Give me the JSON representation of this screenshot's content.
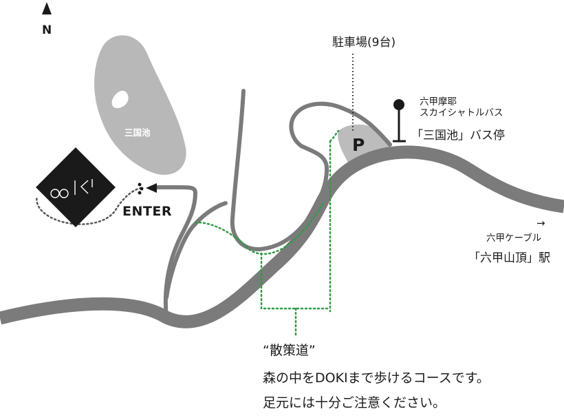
{
  "map": {
    "north": "N",
    "parking_label": "駐車場(9台)",
    "parking_symbol": "P",
    "bus_line": [
      "六甲摩耶",
      "スカイシャトルバス"
    ],
    "bus_stop": "「三国池」バス停",
    "direction_arrow": "→",
    "cable_line": "六甲ケーブル",
    "station": "「六甲山頂」駅",
    "pond_label": "三国池",
    "enter_label": "ENTER",
    "logo_text": "DOKI",
    "walk_title": "“散策道”",
    "walk_desc_1": "森の中をDOKIまで歩けるコースです。",
    "walk_desc_2": "足元には十分ご注意ください。"
  },
  "colors": {
    "road": "#7b7b7c",
    "pond": "#b8b8b8",
    "parking_area": "#bcbcbc",
    "walk_path": "#2f9b45",
    "logo_bg": "#1a1a1a",
    "text": "#1a1a1a"
  }
}
